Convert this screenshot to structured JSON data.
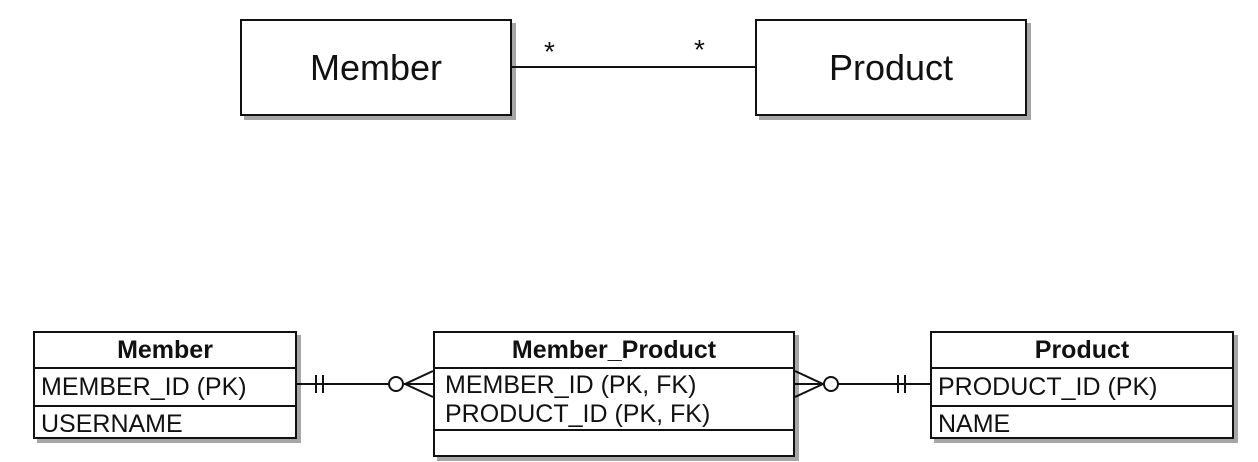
{
  "uml": {
    "left_class": "Member",
    "right_class": "Product",
    "left_multiplicity": "*",
    "right_multiplicity": "*"
  },
  "erd": {
    "member": {
      "name": "Member",
      "pk": "MEMBER_ID (PK)",
      "attrs": [
        "USERNAME"
      ]
    },
    "member_product": {
      "name": "Member_Product",
      "keys": [
        "MEMBER_ID (PK, FK)",
        "PRODUCT_ID (PK, FK)"
      ]
    },
    "product": {
      "name": "Product",
      "pk": "PRODUCT_ID (PK)",
      "attrs": [
        "NAME"
      ]
    }
  }
}
